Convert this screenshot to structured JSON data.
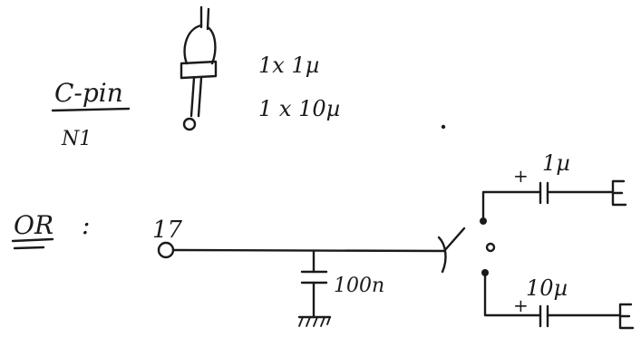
{
  "labels": {
    "cpin": "C-pin",
    "n1": "N1",
    "cap_count_1u": "1x 1µ",
    "cap_count_10u": "1 x 10µ",
    "or": "OR",
    "colon": ":",
    "pin_number": "17",
    "cap_100n": "100n",
    "cap_1u": "1µ",
    "cap_10u": "10µ",
    "plus_top": "+",
    "plus_bottom": "+",
    "earth_top": "E",
    "earth_bottom": "E"
  },
  "colors": {
    "ink": "#1a1a1a",
    "paper": "#ffffff"
  }
}
